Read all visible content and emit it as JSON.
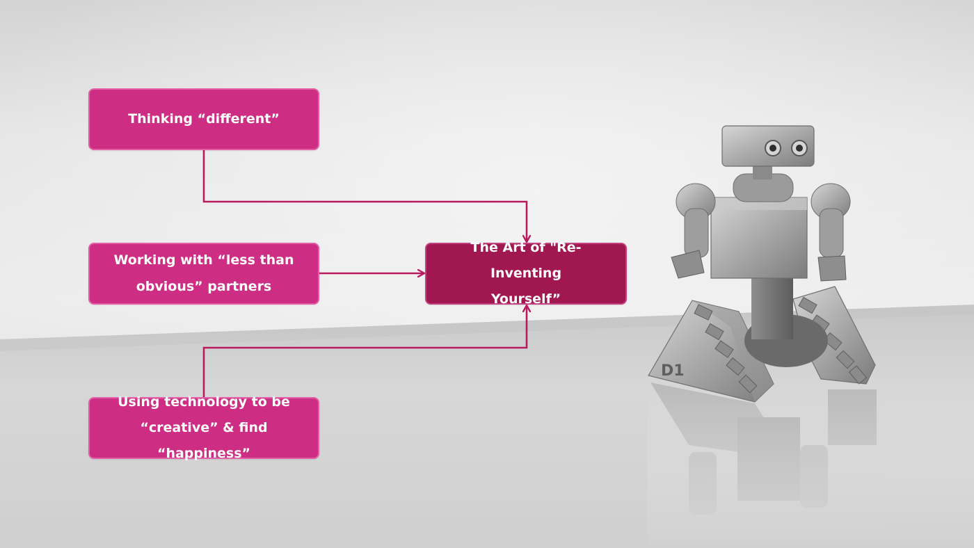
{
  "diagram": {
    "inputs": [
      {
        "id": "thinking",
        "label": "Thinking “different”"
      },
      {
        "id": "working",
        "label": "Working with “less than\nobvious” partners"
      },
      {
        "id": "using",
        "label": "Using technology to be\n“creative” & find “happiness”"
      }
    ],
    "center": {
      "label": "The Art of \"Re-Inventing\nYourself”"
    }
  },
  "image": {
    "robot_base_marking": "D1"
  },
  "colors": {
    "input_box": "#cd2e83",
    "center_box": "#a1174f",
    "connector": "#b8195f",
    "text": "#ffffff"
  },
  "icons": {
    "robot": "robot-illustration"
  }
}
